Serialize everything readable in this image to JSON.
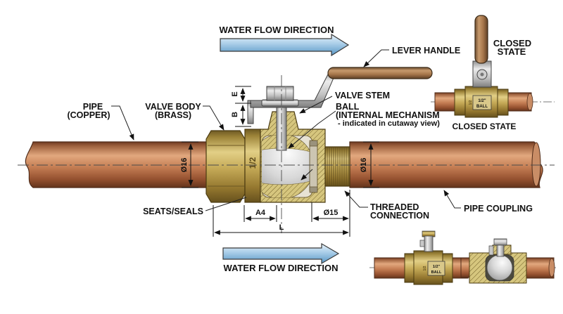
{
  "figure": {
    "type": "technical-diagram",
    "subject": "Brass ball valve cutaway mounted on copper pipe, open and closed states"
  },
  "labels": {
    "water_flow_top": "WATER FLOW DIRECTION",
    "water_flow_bottom": "WATER FLOW DIRECTION",
    "lever_handle": "LEVER HANDLE",
    "valve_stem": "VALVE STEM",
    "ball_title": "BALL",
    "ball_sub1": "(INTERNAL MECHANISM",
    "ball_sub2": "- indicated in cutaway view)",
    "pipe_title": "PIPE",
    "pipe_sub": "(COPPER)",
    "valve_body_title": "VALVE BODY",
    "valve_body_sub": "(BRASS)",
    "seats_seals": "SEATS/SEALS",
    "threaded_1": "THREADED",
    "threaded_2": "CONNECTION",
    "pipe_coupling": "PIPE COUPLING",
    "closed_state_word1": "CLOSED",
    "closed_state_word2": "STATE",
    "closed_state_caption": "CLOSED STATE"
  },
  "dimensions": {
    "pipe_od_left": "Ø16",
    "pipe_od_right": "Ø16",
    "thread_od": "Ø15",
    "port_dim": "A4",
    "overall_length": "L",
    "stem_dim_top": "E",
    "stem_dim_bottom": "B"
  },
  "markings": {
    "body_size": "1/2",
    "tag_size": "1/2\"",
    "tag_type": "BALL"
  },
  "colors": {
    "copper": "#c57e54",
    "brass": "#c6ab58",
    "steel": "#c9c9c9",
    "ball_gray": "#bfbfbf",
    "flow_arrow_blue": "#7fb3d8",
    "hatch_tan": "#d6c67e",
    "line_black": "#111111",
    "background": "#ffffff"
  }
}
